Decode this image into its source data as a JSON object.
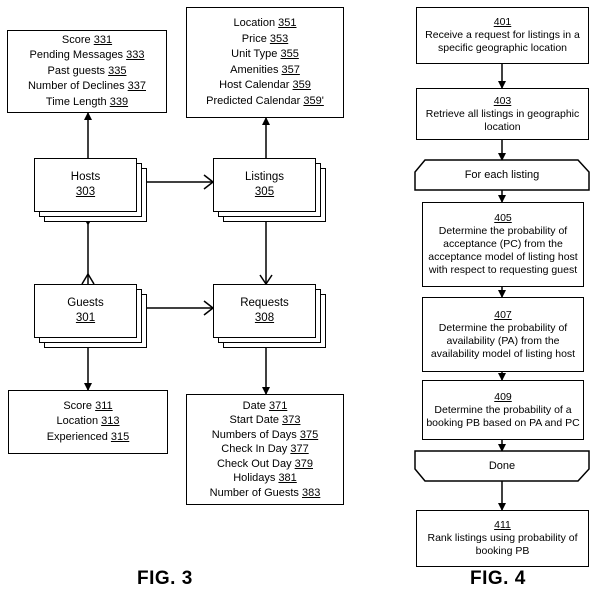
{
  "fig3": {
    "hosts_attrs": [
      {
        "text": "Score",
        "ref": "331"
      },
      {
        "text": "Pending Messages",
        "ref": "333"
      },
      {
        "text": "Past guests",
        "ref": "335"
      },
      {
        "text": "Number of Declines",
        "ref": "337"
      },
      {
        "text": "Time Length",
        "ref": "339"
      }
    ],
    "listings_attrs": [
      {
        "text": "Location",
        "ref": "351"
      },
      {
        "text": "Price",
        "ref": "353"
      },
      {
        "text": "Unit Type",
        "ref": "355"
      },
      {
        "text": "Amenities",
        "ref": "357"
      },
      {
        "text": "Host Calendar",
        "ref": "359"
      },
      {
        "text": "Predicted Calendar",
        "ref": "359'"
      }
    ],
    "hosts": {
      "name": "Hosts",
      "ref": "303"
    },
    "listings": {
      "name": "Listings",
      "ref": "305"
    },
    "guests": {
      "name": "Guests",
      "ref": "301"
    },
    "requests": {
      "name": "Requests",
      "ref": "308"
    },
    "guests_attrs": [
      {
        "text": "Score",
        "ref": "311"
      },
      {
        "text": "Location",
        "ref": "313"
      },
      {
        "text": "Experienced",
        "ref": "315"
      }
    ],
    "requests_attrs": [
      {
        "text": "Date",
        "ref": "371"
      },
      {
        "text": "Start Date",
        "ref": "373"
      },
      {
        "text": "Numbers of Days",
        "ref": "375"
      },
      {
        "text": "Check In Day",
        "ref": "377"
      },
      {
        "text": "Check Out Day",
        "ref": "379"
      },
      {
        "text": "Holidays",
        "ref": "381"
      },
      {
        "text": "Number of Guests",
        "ref": "383"
      }
    ],
    "label": "FIG. 3"
  },
  "fig4": {
    "s401": {
      "ref": "401",
      "text": "Receive a request for listings in a specific geographic location"
    },
    "s403": {
      "ref": "403",
      "text": "Retrieve all listings in geographic location"
    },
    "loop_start": "For each listing",
    "s405": {
      "ref": "405",
      "text": "Determine the probability of acceptance (PC) from the acceptance model of listing host with respect to requesting guest"
    },
    "s407": {
      "ref": "407",
      "text": "Determine the probability of availability (PA) from the availability model of listing host"
    },
    "s409": {
      "ref": "409",
      "text": "Determine the probability of a booking PB based on PA and PC"
    },
    "loop_end": "Done",
    "s411": {
      "ref": "411",
      "text": "Rank listings using probability of booking PB"
    },
    "label": "FIG. 4"
  }
}
